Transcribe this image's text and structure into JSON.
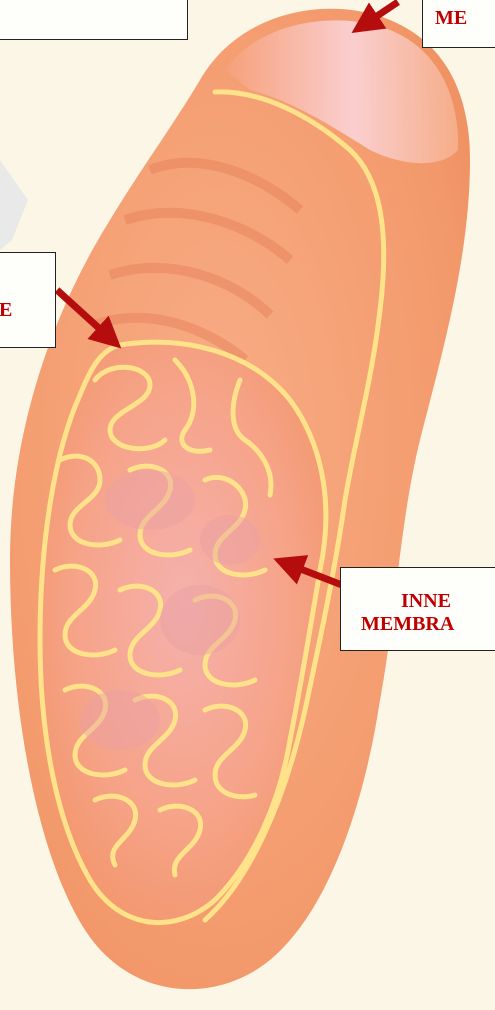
{
  "labels": {
    "outer_membrane": "ME",
    "cristae_fragment": "E",
    "inner_membrane_line1": "INNE",
    "inner_membrane_line2": "MEMBRA"
  },
  "colors": {
    "background": "#fbf6e6",
    "outer_body": "#f59e72",
    "inner_matrix": "#f6a387",
    "membrane_line": "#ffe28a",
    "cristae_fold": "#e9a0a4",
    "arrow": "#b50d0d",
    "label_text": "#c00000"
  }
}
